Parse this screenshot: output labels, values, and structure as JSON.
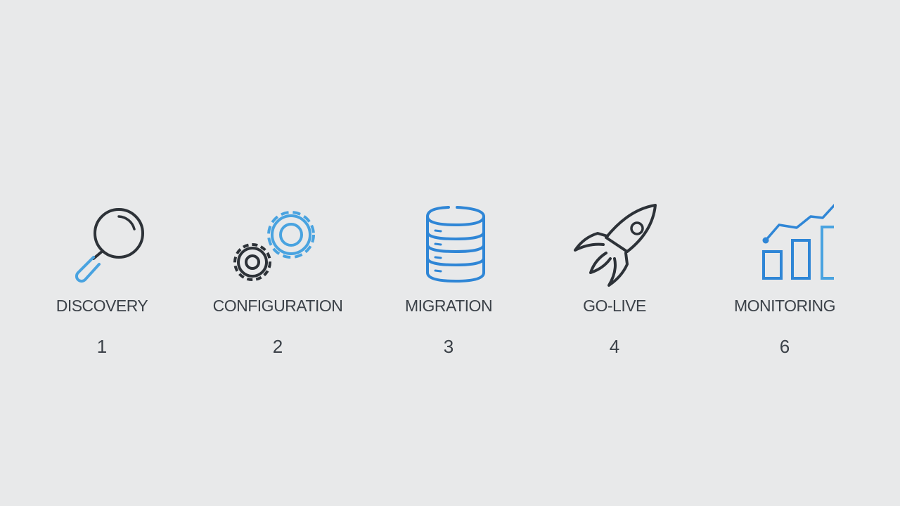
{
  "colors": {
    "background": "#e8e9ea",
    "dark_stroke": "#2d3238",
    "blue_primary": "#2f86d6",
    "blue_light": "#49a3e0",
    "text": "#3b4148"
  },
  "steps": [
    {
      "label": "DISCOVERY",
      "number": "1",
      "icon": "magnifying-glass-icon"
    },
    {
      "label": "CONFIGURATION",
      "number": "2",
      "icon": "gears-icon"
    },
    {
      "label": "MIGRATION",
      "number": "3",
      "icon": "database-icon"
    },
    {
      "label": "GO-LIVE",
      "number": "4",
      "icon": "rocket-icon"
    },
    {
      "label": "MONITORING",
      "number": "6",
      "icon": "bar-chart-trend-icon"
    }
  ]
}
